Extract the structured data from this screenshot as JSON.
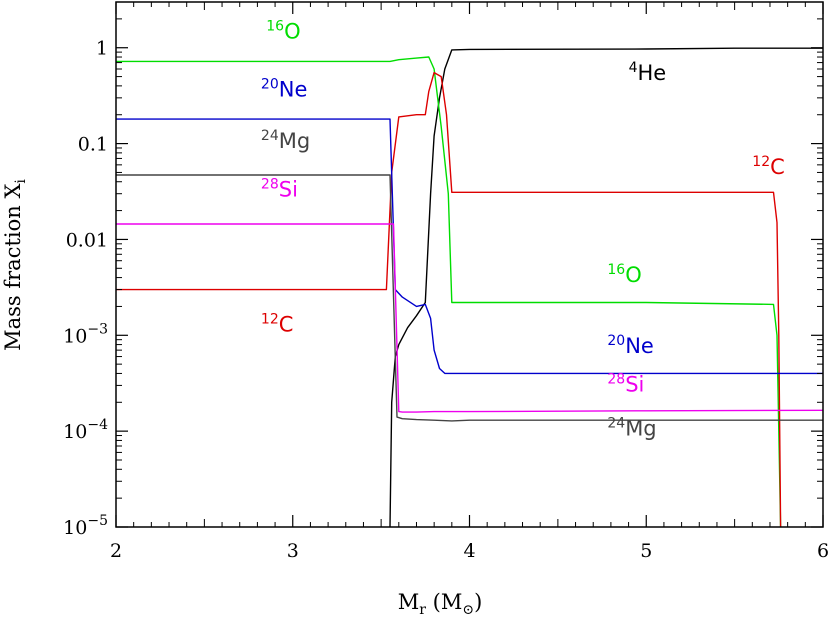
{
  "chart_data": {
    "type": "line",
    "title": "",
    "xlabel": "M_r (M_☉)",
    "ylabel": "Mass fraction X_i",
    "xlabel_parts": {
      "main": "M",
      "sub": "r",
      "unit_open": " (M",
      "unit_sub": "⊙",
      "unit_close": ")"
    },
    "ylabel_parts": {
      "main": "Mass fraction X",
      "sub": "i"
    },
    "xlim": [
      2,
      6
    ],
    "ylim": [
      1e-05,
      3
    ],
    "yscale": "log",
    "grid": false,
    "legend": "none",
    "x_ticks": [
      {
        "v": 2,
        "label": "2"
      },
      {
        "v": 3,
        "label": "3"
      },
      {
        "v": 4,
        "label": "4"
      },
      {
        "v": 5,
        "label": "5"
      },
      {
        "v": 6,
        "label": "6"
      }
    ],
    "y_ticks": [
      {
        "v": 1,
        "label": "1",
        "base": "1",
        "exp": ""
      },
      {
        "v": 0.1,
        "label": "0.1",
        "base": "0.1",
        "exp": ""
      },
      {
        "v": 0.01,
        "label": "0.01",
        "base": "0.01",
        "exp": ""
      },
      {
        "v": 0.001,
        "label": "10^-3",
        "base": "10",
        "exp": "−3"
      },
      {
        "v": 0.0001,
        "label": "10^-4",
        "base": "10",
        "exp": "−4"
      },
      {
        "v": 1e-05,
        "label": "10^-5",
        "base": "10",
        "exp": "−5"
      }
    ],
    "series": [
      {
        "species": "4He",
        "color": "#000000",
        "x": [
          3.55,
          3.56,
          3.58,
          3.6,
          3.65,
          3.7,
          3.75,
          3.78,
          3.8,
          3.83,
          3.86,
          3.9,
          4.0,
          5.0,
          5.5,
          5.6,
          5.75,
          6.0
        ],
        "y": [
          1e-05,
          0.0002,
          0.0006,
          0.0008,
          0.0012,
          0.0016,
          0.0022,
          0.03,
          0.12,
          0.3,
          0.6,
          0.95,
          0.96,
          0.97,
          0.99,
          0.99,
          0.99,
          0.99
        ]
      },
      {
        "species": "16O",
        "color": "#00dd00",
        "x": [
          2.0,
          3.55,
          3.6,
          3.7,
          3.77,
          3.8,
          3.84,
          3.88,
          3.9,
          4.0,
          5.0,
          5.72,
          5.74,
          5.76
        ],
        "y": [
          0.72,
          0.72,
          0.75,
          0.78,
          0.8,
          0.6,
          0.15,
          0.03,
          0.0022,
          0.0022,
          0.0022,
          0.0021,
          0.001,
          1e-05
        ]
      },
      {
        "species": "12C",
        "color": "#dd0000",
        "x": [
          2.0,
          3.53,
          3.56,
          3.6,
          3.7,
          3.75,
          3.77,
          3.8,
          3.84,
          3.87,
          3.9,
          4.0,
          5.0,
          5.72,
          5.74,
          5.75,
          5.76
        ],
        "y": [
          0.003,
          0.003,
          0.05,
          0.19,
          0.2,
          0.2,
          0.35,
          0.55,
          0.5,
          0.2,
          0.031,
          0.031,
          0.031,
          0.031,
          0.015,
          0.001,
          1e-05
        ]
      },
      {
        "species": "20Ne",
        "color": "#0000cc",
        "x": [
          2.0,
          3.55,
          3.58,
          3.62,
          3.7,
          3.75,
          3.78,
          3.8,
          3.83,
          3.86,
          3.9,
          4.0,
          5.0,
          6.0
        ],
        "y": [
          0.18,
          0.18,
          0.003,
          0.0025,
          0.002,
          0.0021,
          0.0015,
          0.0007,
          0.00045,
          0.0004,
          0.0004,
          0.0004,
          0.0004,
          0.0004
        ]
      },
      {
        "species": "24Mg",
        "color": "#444444",
        "x": [
          2.0,
          3.55,
          3.59,
          3.62,
          3.7,
          3.8,
          3.9,
          4.0,
          5.0,
          6.0
        ],
        "y": [
          0.047,
          0.047,
          0.00014,
          0.000135,
          0.000132,
          0.00013,
          0.000128,
          0.00013,
          0.00013,
          0.00013
        ]
      },
      {
        "species": "28Si",
        "color": "#ee00ee",
        "x": [
          2.0,
          3.57,
          3.6,
          3.62,
          3.7,
          3.8,
          4.0,
          5.0,
          6.0
        ],
        "y": [
          0.0145,
          0.0145,
          0.00016,
          0.000158,
          0.000158,
          0.00016,
          0.00016,
          0.000163,
          0.000165
        ]
      }
    ],
    "annotations": [
      {
        "mass": "16",
        "sym": "O",
        "color": "#00dd00",
        "x": 2.85,
        "y": 1.25
      },
      {
        "mass": "20",
        "sym": "Ne",
        "color": "#0000cc",
        "x": 2.82,
        "y": 0.31
      },
      {
        "mass": "24",
        "sym": "Mg",
        "color": "#444444",
        "x": 2.82,
        "y": 0.09
      },
      {
        "mass": "28",
        "sym": "Si",
        "color": "#ee00ee",
        "x": 2.82,
        "y": 0.028
      },
      {
        "mass": "12",
        "sym": "C",
        "color": "#dd0000",
        "x": 2.82,
        "y": 0.0011
      },
      {
        "mass": "4",
        "sym": "He",
        "color": "#000000",
        "x": 4.9,
        "y": 0.46
      },
      {
        "mass": "12",
        "sym": "C",
        "color": "#dd0000",
        "x": 5.6,
        "y": 0.048
      },
      {
        "mass": "16",
        "sym": "O",
        "color": "#00dd00",
        "x": 4.78,
        "y": 0.0036
      },
      {
        "mass": "20",
        "sym": "Ne",
        "color": "#0000cc",
        "x": 4.78,
        "y": 0.00065
      },
      {
        "mass": "28",
        "sym": "Si",
        "color": "#ee00ee",
        "x": 4.78,
        "y": 0.00026
      },
      {
        "mass": "24",
        "sym": "Mg",
        "color": "#444444",
        "x": 4.78,
        "y": 9e-05
      }
    ]
  }
}
